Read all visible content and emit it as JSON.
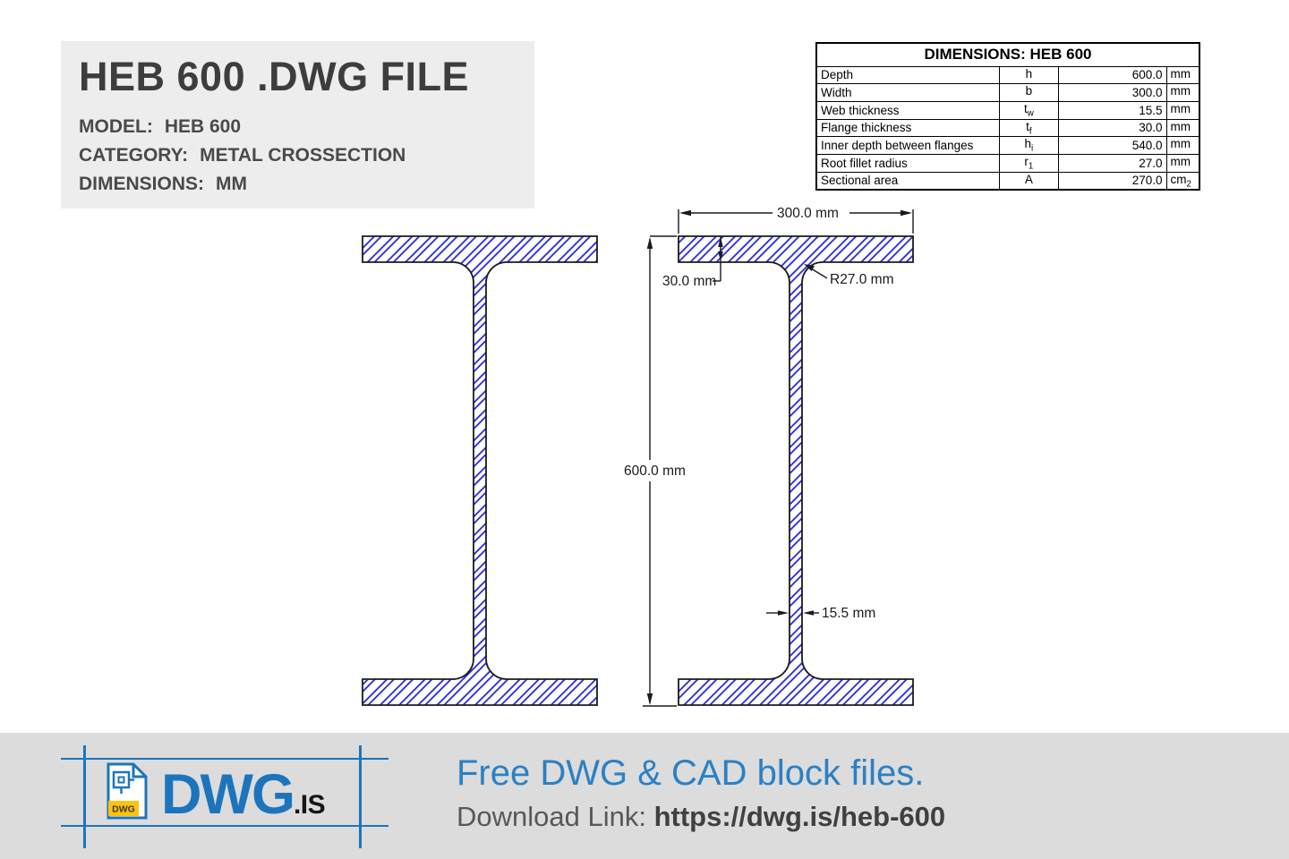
{
  "info_box": {
    "title": "HEB 600 .DWG FILE",
    "model_label": "MODEL:",
    "model_value": "HEB 600",
    "category_label": "CATEGORY:",
    "category_value": "METAL CROSSECTION",
    "dimensions_label": "DIMENSIONS:",
    "dimensions_value": "MM"
  },
  "dimensions_table": {
    "title": "DIMENSIONS: HEB 600",
    "rows": [
      {
        "label": "Depth",
        "symbol": "h",
        "symbol_sub": "",
        "value": "600.0",
        "unit": "mm",
        "unit_sub": ""
      },
      {
        "label": "Width",
        "symbol": "b",
        "symbol_sub": "",
        "value": "300.0",
        "unit": "mm",
        "unit_sub": ""
      },
      {
        "label": "Web thickness",
        "symbol": "t",
        "symbol_sub": "w",
        "value": "15.5",
        "unit": "mm",
        "unit_sub": ""
      },
      {
        "label": "Flange thickness",
        "symbol": "t",
        "symbol_sub": "f",
        "value": "30.0",
        "unit": "mm",
        "unit_sub": ""
      },
      {
        "label": "Inner depth between flanges",
        "symbol": "h",
        "symbol_sub": "i",
        "value": "540.0",
        "unit": "mm",
        "unit_sub": ""
      },
      {
        "label": "Root fillet radius",
        "symbol": "r",
        "symbol_sub": "1",
        "value": "27.0",
        "unit": "mm",
        "unit_sub": ""
      },
      {
        "label": "Sectional area",
        "symbol": "A",
        "symbol_sub": "",
        "value": "270.0",
        "unit": "cm",
        "unit_sub": "2"
      }
    ]
  },
  "drawing": {
    "annotations": {
      "flange_width": "300.0 mm",
      "flange_thickness": "30.0 mm",
      "fillet_radius": "R27.0 mm",
      "depth": "600.0 mm",
      "web_thickness": "15.5 mm"
    },
    "hatch_color": "#2121dd",
    "outline_color": "#1b1b1b"
  },
  "footer": {
    "logo_badge": "DWG",
    "brand": "DWG",
    "brand_suffix": ".IS",
    "tagline": "Free DWG & CAD block files.",
    "download_label": "Download Link:",
    "download_url": "https://dwg.is/heb-600",
    "accent_blue": "#1c75bc",
    "badge_yellow": "#ffc20e",
    "background": "#dcdcdc"
  }
}
